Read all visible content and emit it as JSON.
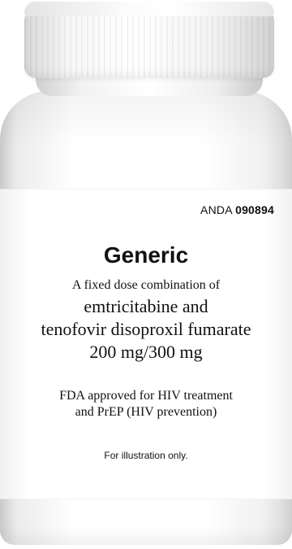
{
  "label": {
    "anda_prefix": "ANDA",
    "anda_number": "090894",
    "title": "Generic",
    "line1": "A fixed dose combination of",
    "line2": "emtricitabine and",
    "line3": "tenofovir disoproxil fumarate",
    "line4": "200 mg/300 mg",
    "fda_line1": "FDA approved for HIV treatment",
    "fda_line2": "and PrEP (HIV prevention)",
    "disclaimer": "For illustration only."
  }
}
